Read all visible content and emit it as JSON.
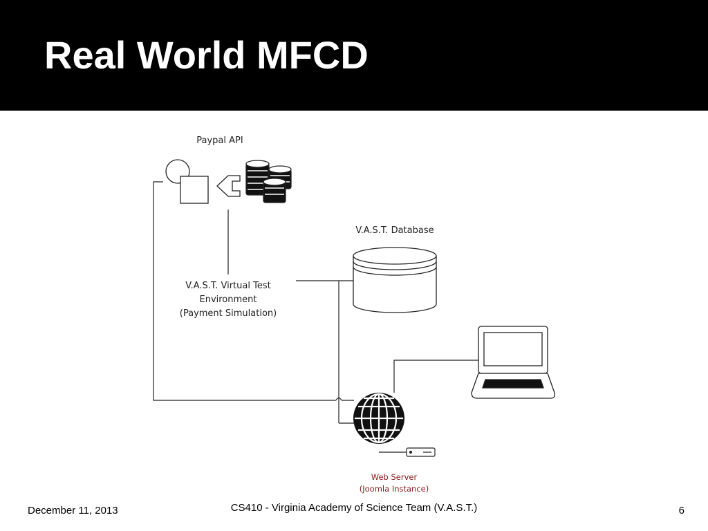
{
  "header": {
    "title": "Real World MFCD",
    "background": "#000000",
    "text_color": "#ffffff"
  },
  "diagram": {
    "nodes": {
      "paypal_api": {
        "label": "Paypal API",
        "icon": "paypal-api-icon"
      },
      "vast_database": {
        "label": "V.A.S.T. Database",
        "icon": "database-cylinder-icon"
      },
      "virtual_test_env": {
        "line1": "V.A.S.T. Virtual Test",
        "line2": "Environment",
        "line3": "(Payment Simulation)"
      },
      "laptop": {
        "icon": "laptop-icon"
      },
      "web_server": {
        "line1": "Web Server",
        "line2": "(Joomla Instance)",
        "icon": "globe-icon",
        "label_color": "#8b1a1a"
      }
    }
  },
  "footer": {
    "date": "December 11, 2013",
    "course": "CS410 - Virginia Academy of Science Team (V.A.S.T.)",
    "page": "6"
  }
}
